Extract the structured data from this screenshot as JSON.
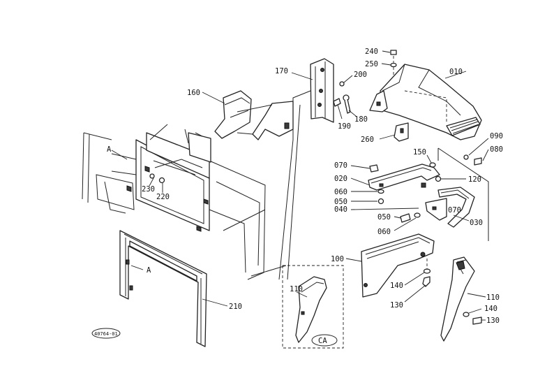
{
  "labels": {
    "p010": "010",
    "p020": "020",
    "p030": "030",
    "p040": "040",
    "p050a": "050",
    "p050b": "050",
    "p060a": "060",
    "p060b": "060",
    "p070a": "070",
    "p070b": "070",
    "p080": "080",
    "p090": "090",
    "p100": "100",
    "p110a": "110",
    "p110b": "110",
    "p120": "120",
    "p130a": "130",
    "p130b": "130",
    "p140a": "140",
    "p140b": "140",
    "p150": "150",
    "p160": "160",
    "p170": "170",
    "p180": "180",
    "p190": "190",
    "p200": "200",
    "p210": "210",
    "p220": "220",
    "p230": "230",
    "p240": "240",
    "p250": "250",
    "p260": "260",
    "ref_a1": "A",
    "ref_a2": "A",
    "detail": "CA",
    "drawing_no": "40764-01"
  }
}
